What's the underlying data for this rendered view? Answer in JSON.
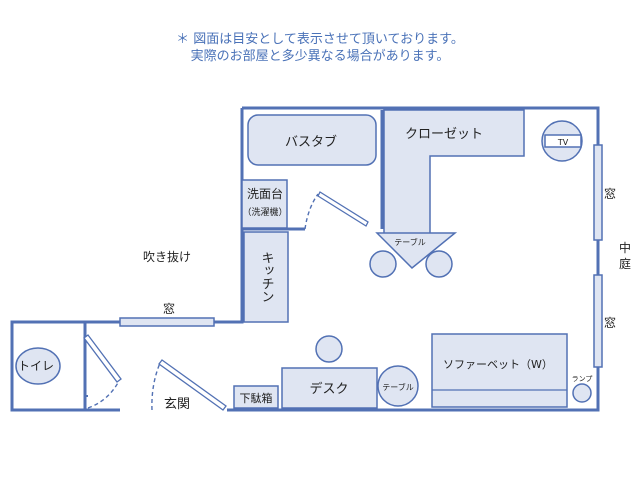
{
  "notes": {
    "line1": "＊ 図面は目安として表示させて頂いております。",
    "line2": "実際のお部屋と多少異なる場合があります。"
  },
  "rooms": {
    "bathtub": "バスタブ",
    "closet": "クローゼット",
    "tv": "TV",
    "washbasin": "洗面台",
    "washer": "（洗濯機）",
    "table_top": "テーブル",
    "kitchen": "キッチン",
    "atrium": "吹き抜け",
    "window_left": "窓",
    "toilet": "トイレ",
    "entrance": "玄関",
    "shoe_box": "下駄箱",
    "desk": "デスク",
    "table_bottom": "テーブル",
    "sofa_bed": "ソファーベット（W）",
    "lamp": "ランプ",
    "window_right_top": "窓",
    "window_right_bottom": "窓",
    "courtyard_1": "中",
    "courtyard_2": "庭"
  },
  "colors": {
    "wall": "#5271b4",
    "fill": "#dfe5f2",
    "note": "#4a72b8"
  }
}
